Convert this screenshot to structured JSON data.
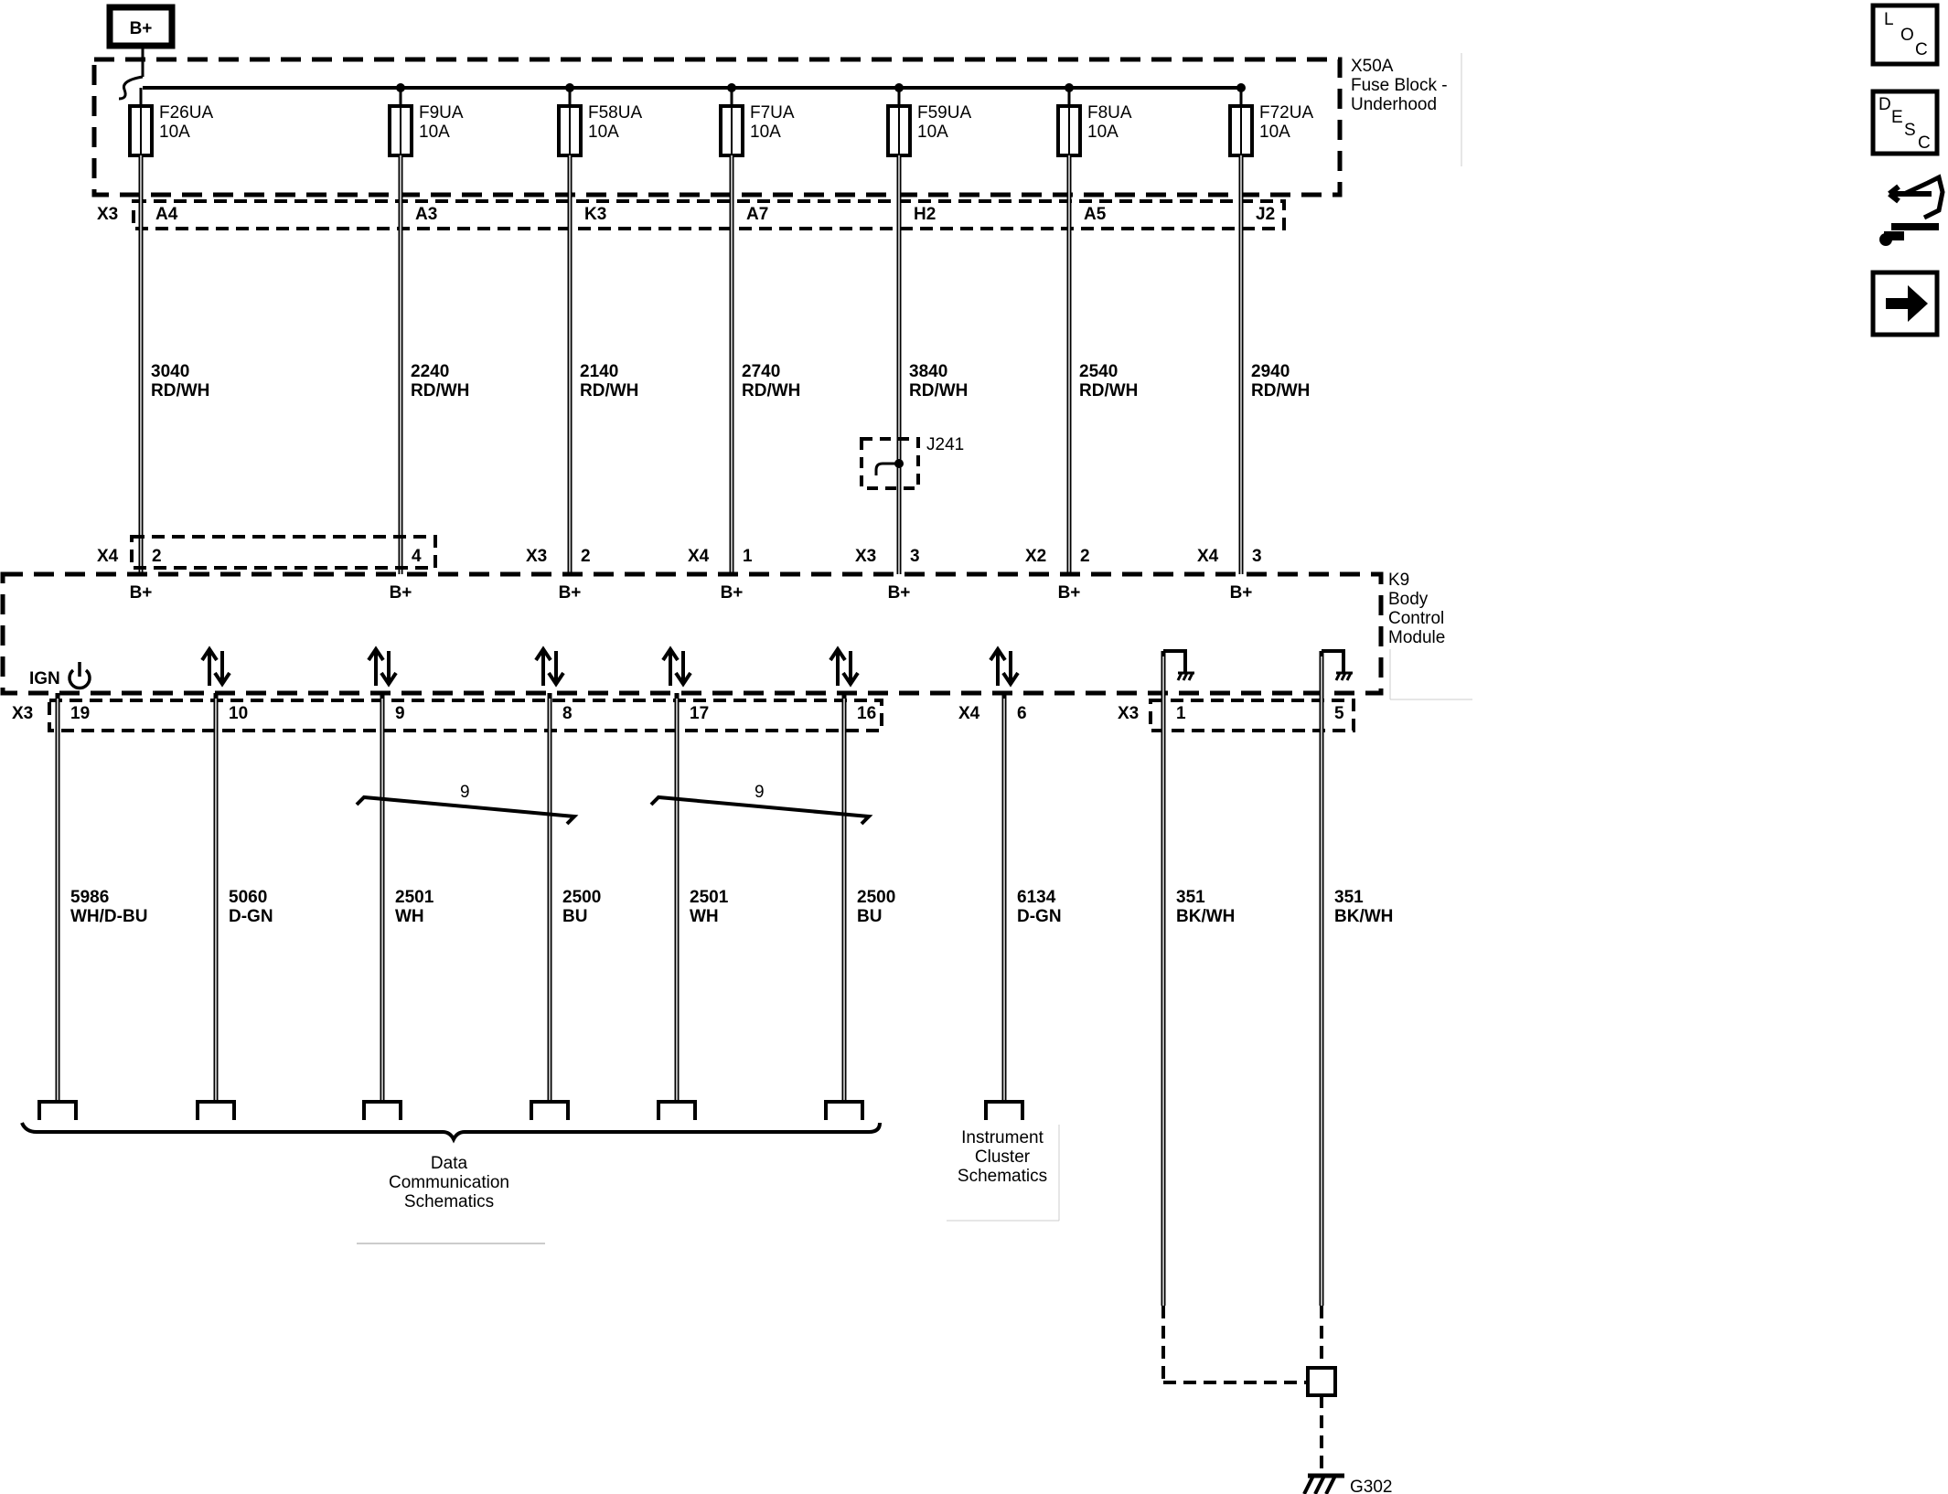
{
  "power_source": "B+",
  "fuse_block": {
    "name": "X50A",
    "desc_line1": "Fuse Block -",
    "desc_line2": "Underhood",
    "bottom_connector": "X3"
  },
  "fuses": [
    {
      "name": "F26UA",
      "rating": "10A",
      "pin": "A4",
      "circuit": "3040",
      "color": "RD/WH",
      "bcm_connector": "X4",
      "bcm_pin": "2",
      "bcm_label": "B+"
    },
    {
      "name": "F9UA",
      "rating": "10A",
      "pin": "A3",
      "circuit": "2240",
      "color": "RD/WH",
      "bcm_connector": "",
      "bcm_pin": "4",
      "bcm_label": "B+"
    },
    {
      "name": "F58UA",
      "rating": "10A",
      "pin": "K3",
      "circuit": "2140",
      "color": "RD/WH",
      "bcm_connector": "X3",
      "bcm_pin": "2",
      "bcm_label": "B+"
    },
    {
      "name": "F7UA",
      "rating": "10A",
      "pin": "A7",
      "circuit": "2740",
      "color": "RD/WH",
      "bcm_connector": "X4",
      "bcm_pin": "1",
      "bcm_label": "B+"
    },
    {
      "name": "F59UA",
      "rating": "10A",
      "pin": "H2",
      "circuit": "3840",
      "color": "RD/WH",
      "bcm_connector": "X3",
      "bcm_pin": "3",
      "bcm_label": "B+"
    },
    {
      "name": "F8UA",
      "rating": "10A",
      "pin": "A5",
      "circuit": "2540",
      "color": "RD/WH",
      "bcm_connector": "X2",
      "bcm_pin": "2",
      "bcm_label": "B+"
    },
    {
      "name": "F72UA",
      "rating": "10A",
      "pin": "J2",
      "circuit": "2940",
      "color": "RD/WH",
      "bcm_connector": "X4",
      "bcm_pin": "3",
      "bcm_label": "B+"
    }
  ],
  "splice": "J241",
  "module": {
    "name": "K9",
    "line1": "Body",
    "line2": "Control",
    "line3": "Module"
  },
  "ign_label": "IGN",
  "bottom_circuits": [
    {
      "connector": "X3",
      "pin": "19",
      "circuit": "5986",
      "color": "WH/D-BU"
    },
    {
      "connector": "",
      "pin": "10",
      "circuit": "5060",
      "color": "D-GN"
    },
    {
      "connector": "",
      "pin": "9",
      "circuit": "2501",
      "color": "WH"
    },
    {
      "connector": "",
      "pin": "8",
      "circuit": "2500",
      "color": "BU"
    },
    {
      "connector": "",
      "pin": "17",
      "circuit": "2501",
      "color": "WH"
    },
    {
      "connector": "",
      "pin": "16",
      "circuit": "2500",
      "color": "BU"
    },
    {
      "connector": "X4",
      "pin": "6",
      "circuit": "6134",
      "color": "D-GN"
    },
    {
      "connector": "X3",
      "pin": "1",
      "circuit": "351",
      "color": "BK/WH"
    },
    {
      "connector": "",
      "pin": "5",
      "circuit": "351",
      "color": "BK/WH"
    }
  ],
  "twist_labels": [
    "9",
    "9"
  ],
  "refs": {
    "data_comm": [
      "Data",
      "Communication",
      "Schematics"
    ],
    "instrument_cluster": [
      "Instrument",
      "Cluster",
      "Schematics"
    ]
  },
  "ground": "G302",
  "side_buttons": {
    "loc": [
      "L",
      "O",
      "C"
    ],
    "desc": [
      "D",
      "E",
      "S",
      "C"
    ],
    "icons": [
      "connector-repair-icon",
      "next-arrow-icon"
    ]
  }
}
